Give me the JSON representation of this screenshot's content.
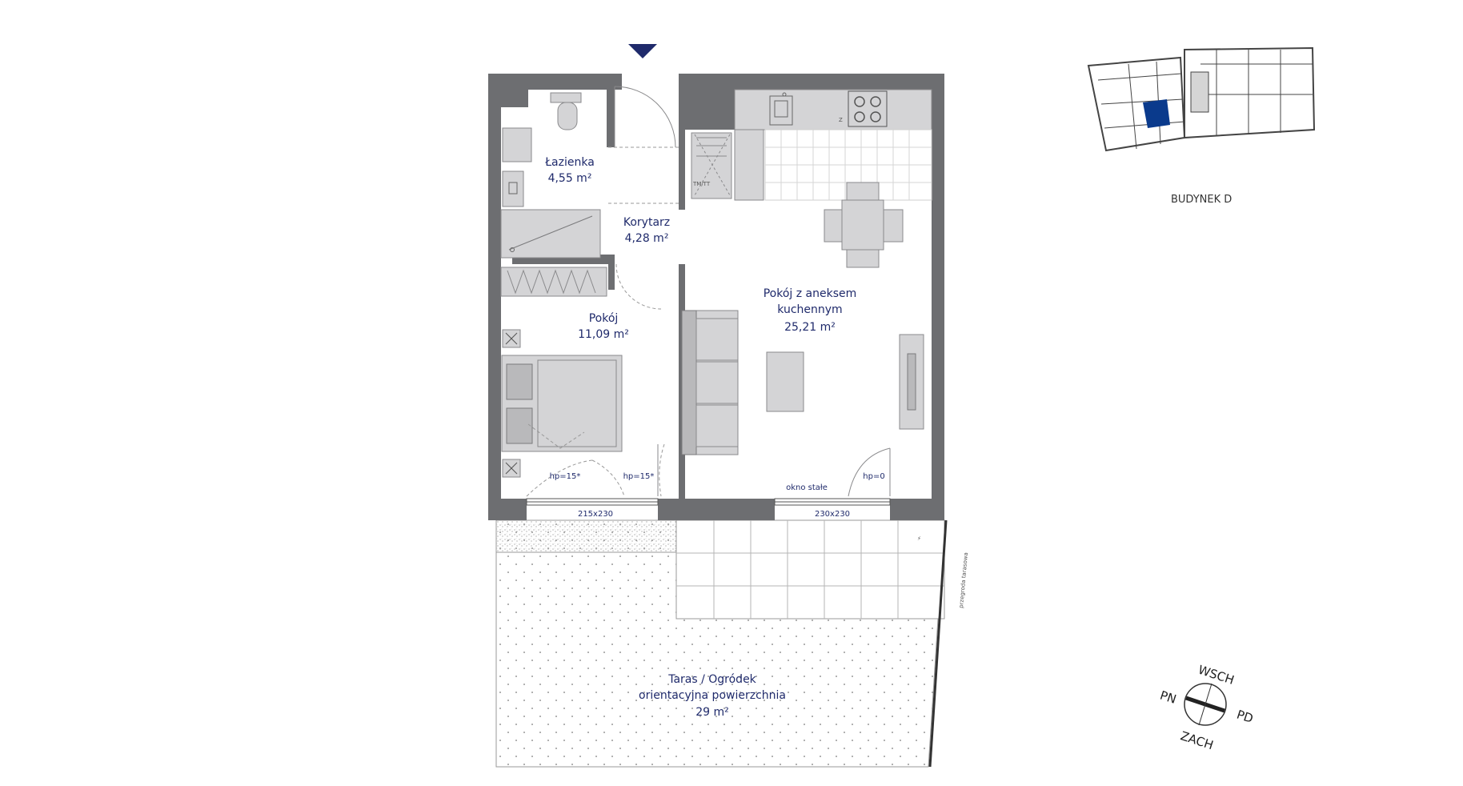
{
  "rooms": {
    "bathroom": {
      "name": "Łazienka",
      "area": "4,55 m²"
    },
    "corridor": {
      "name": "Korytarz",
      "area": "4,28 m²"
    },
    "bedroom": {
      "name": "Pokój",
      "area": "11,09 m²"
    },
    "living": {
      "name_line1": "Pokój z aneksem",
      "name_line2": "kuchennym",
      "area": "25,21 m²"
    },
    "terrace": {
      "name_line1": "Taras / Ogródek",
      "name_line2": "orientacyjna powierzchnia",
      "area": "29 m²"
    }
  },
  "annotations": {
    "sill_left_1": "hp=15*",
    "sill_left_2": "hp=15*",
    "sill_right": "hp=0",
    "fixed_window": "okno stałe",
    "window_left_size": "215x230",
    "window_right_size": "230x230",
    "terrace_partition": "przegroda tarasowa",
    "laundry": "TM/TT",
    "stove_marker": "Z"
  },
  "key_plan": {
    "building_label": "BUDYNEK D",
    "highlight_color": "#0a3a8c"
  },
  "compass": {
    "east": "WSCH",
    "north": "PN",
    "south": "PD",
    "west": "ZACH"
  },
  "colors": {
    "wall": "#6d6e71",
    "text": "#1f2a6b",
    "entrance_marker": "#1f2a6b"
  }
}
